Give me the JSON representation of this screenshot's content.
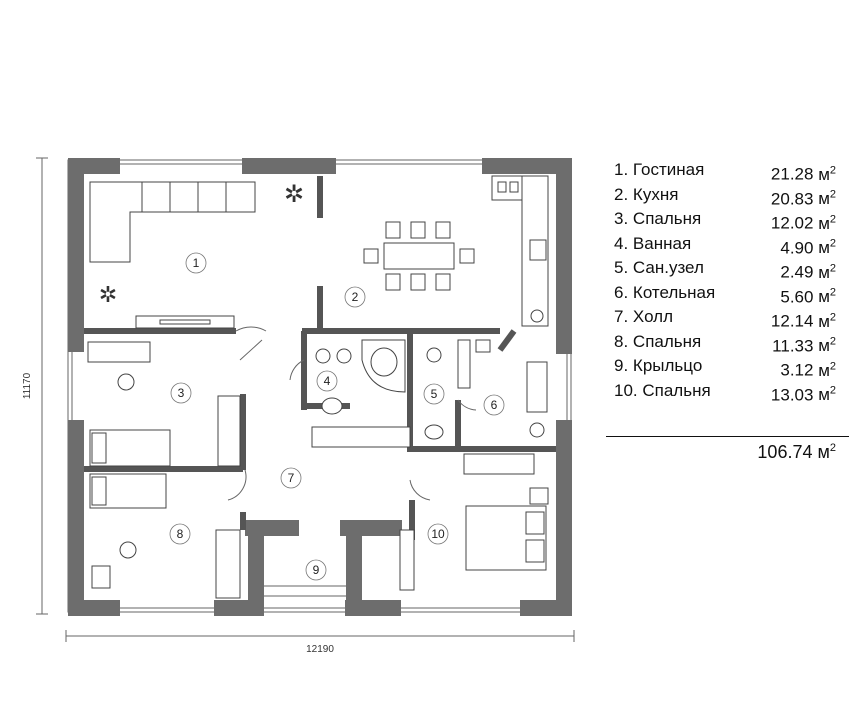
{
  "plan": {
    "dim_width": "12190",
    "dim_height": "11170",
    "rooms": [
      {
        "n": "1",
        "name": "Гостиная",
        "area": "21.28"
      },
      {
        "n": "2",
        "name": "Кухня",
        "area": "20.83"
      },
      {
        "n": "3",
        "name": "Спальня",
        "area": "12.02"
      },
      {
        "n": "4",
        "name": "Ванная",
        "area": "4.90"
      },
      {
        "n": "5",
        "name": "Сан.узел",
        "area": "2.49"
      },
      {
        "n": "6",
        "name": "Котельная",
        "area": "5.60"
      },
      {
        "n": "7",
        "name": "Холл",
        "area": "12.14"
      },
      {
        "n": "8",
        "name": "Спальня",
        "area": "11.33"
      },
      {
        "n": "9",
        "name": "Крыльцо",
        "area": "3.12"
      },
      {
        "n": "10",
        "name": "Спальня",
        "area": "13.03"
      }
    ],
    "unit": "м",
    "unit_power": "2",
    "total_area": "106.74"
  }
}
